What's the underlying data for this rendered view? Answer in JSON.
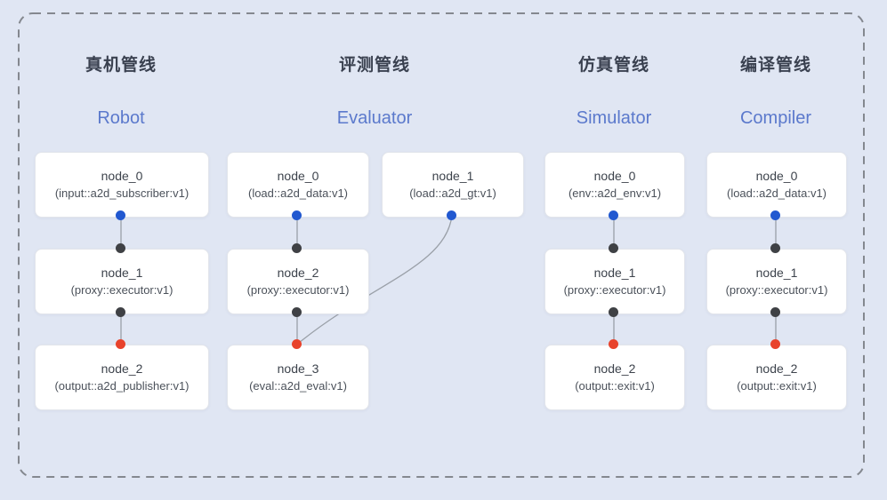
{
  "colors": {
    "background": "#e0e6f3",
    "dashed_border": "#84888f",
    "wire": "#9aa0a8",
    "node_fill": "#ffffff",
    "node_border": "#e2e5eb",
    "heading_text": "#3a4150",
    "subheading_text": "#5b79cc",
    "port_blue": "#2158d0",
    "port_black": "#3f4145",
    "port_red": "#e8432c"
  },
  "pipelines": [
    {
      "title_zh": "真机管线",
      "title_en": "Robot",
      "nodes": [
        {
          "name": "node_0",
          "type": "(input::a2d_subscriber:v1)"
        },
        {
          "name": "node_1",
          "type": "(proxy::executor:v1)"
        },
        {
          "name": "node_2",
          "type": "(output::a2d_publisher:v1)"
        }
      ],
      "edges": [
        "node_0 -> node_1",
        "node_1 -> node_2"
      ]
    },
    {
      "title_zh": "评测管线",
      "title_en": "Evaluator",
      "nodes": [
        {
          "name": "node_0",
          "type": "(load::a2d_data:v1)"
        },
        {
          "name": "node_1",
          "type": "(load::a2d_gt:v1)"
        },
        {
          "name": "node_2",
          "type": "(proxy::executor:v1)"
        },
        {
          "name": "node_3",
          "type": "(eval::a2d_eval:v1)"
        }
      ],
      "edges": [
        "node_0 -> node_2",
        "node_2 -> node_3",
        "node_1 -> node_3"
      ]
    },
    {
      "title_zh": "仿真管线",
      "title_en": "Simulator",
      "nodes": [
        {
          "name": "node_0",
          "type": "(env::a2d_env:v1)"
        },
        {
          "name": "node_1",
          "type": "(proxy::executor:v1)"
        },
        {
          "name": "node_2",
          "type": "(output::exit:v1)"
        }
      ],
      "edges": [
        "node_0 -> node_1",
        "node_1 -> node_2"
      ]
    },
    {
      "title_zh": "编译管线",
      "title_en": "Compiler",
      "nodes": [
        {
          "name": "node_0",
          "type": "(load::a2d_data:v1)"
        },
        {
          "name": "node_1",
          "type": "(proxy::executor:v1)"
        },
        {
          "name": "node_2",
          "type": "(output::exit:v1)"
        }
      ],
      "edges": [
        "node_0 -> node_1",
        "node_1 -> node_2"
      ]
    }
  ]
}
